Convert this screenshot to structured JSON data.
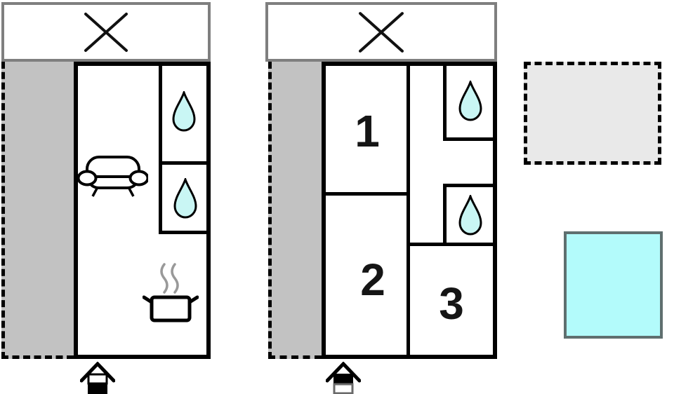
{
  "colors": {
    "wall": "#000000",
    "balcony_border": "#7f7f7f",
    "terrace_fill": "#c2c2c2",
    "water_drop_fill": "#c9f6f4",
    "pool_fill": "#b3fbfb",
    "pool_border": "#5f6f6f",
    "legend_terrace_fill": "#e9e9e9",
    "steam": "#999999"
  },
  "plans": {
    "left": {
      "balcony_mark_icon": "cross-icon",
      "feature_icons": [
        "sofa-icon",
        "cooking-pot-icon",
        "water-drop-icon",
        "water-drop-icon"
      ],
      "water_drops": 2,
      "entrance_icon": "entrance-house-arrow-lower"
    },
    "right": {
      "balcony_mark_icon": "cross-icon",
      "room_labels": [
        "1",
        "2",
        "3"
      ],
      "water_drops": 2,
      "entrance_icon": "entrance-house-arrow-upper"
    }
  },
  "legend": {
    "swatch_icons": [
      "dashed-terrace-swatch",
      "pool-swatch"
    ]
  }
}
